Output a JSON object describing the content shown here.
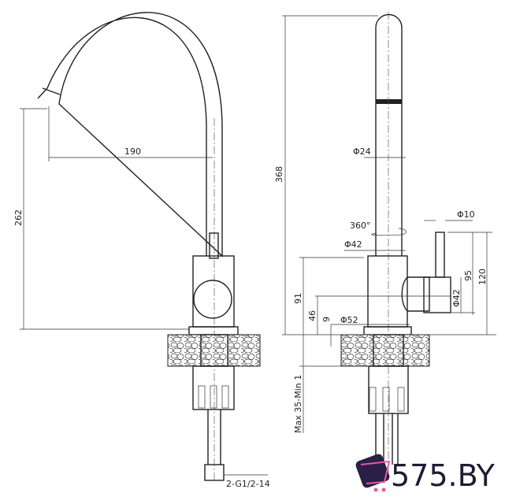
{
  "drawing": {
    "left_view": {
      "dim_reach": "190",
      "dim_spout_height": "262"
    },
    "right_view": {
      "dim_total_height": "368",
      "dim_pipe_diameter": "Φ24",
      "rotation": "360°",
      "dim_lever_diameter": "Φ10",
      "dim_body_diameter": "Φ42",
      "dim_body_height": "91",
      "dim_lever_height": "95",
      "dim_lever_top": "120",
      "dim_handle_diameter": "Φ42",
      "dim_handle_axis": "46",
      "dim_base_height": "9",
      "dim_base_diameter": "Φ52",
      "dim_countertop": "Max 35-Min 1",
      "dim_thread": "2-G1/2-14"
    }
  },
  "logo": {
    "text": "575.BY",
    "colors": [
      "#2a1f45",
      "#e85aa0",
      "#f4a020",
      "#5a8cf0"
    ]
  }
}
